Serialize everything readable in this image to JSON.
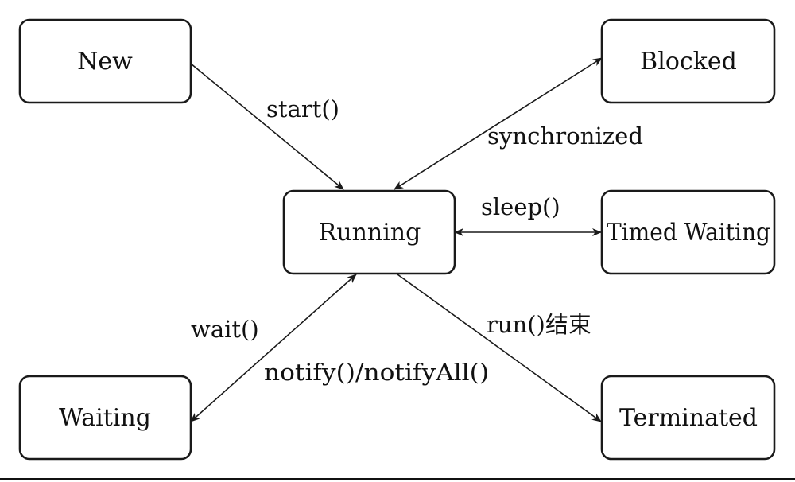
{
  "nodes": {
    "new": "New",
    "blocked": "Blocked",
    "running": "Running",
    "timed_waiting": "Timed Waiting",
    "waiting": "Waiting",
    "terminated": "Terminated"
  },
  "edges": {
    "start": "start()",
    "synchronized": "synchronized",
    "sleep": "sleep()",
    "wait": "wait()",
    "notify": "notify()/notifyAll()",
    "run_end": "run()结束"
  },
  "colors": {
    "stroke": "#1a1a1a",
    "text": "#111111",
    "background": "#ffffff"
  }
}
